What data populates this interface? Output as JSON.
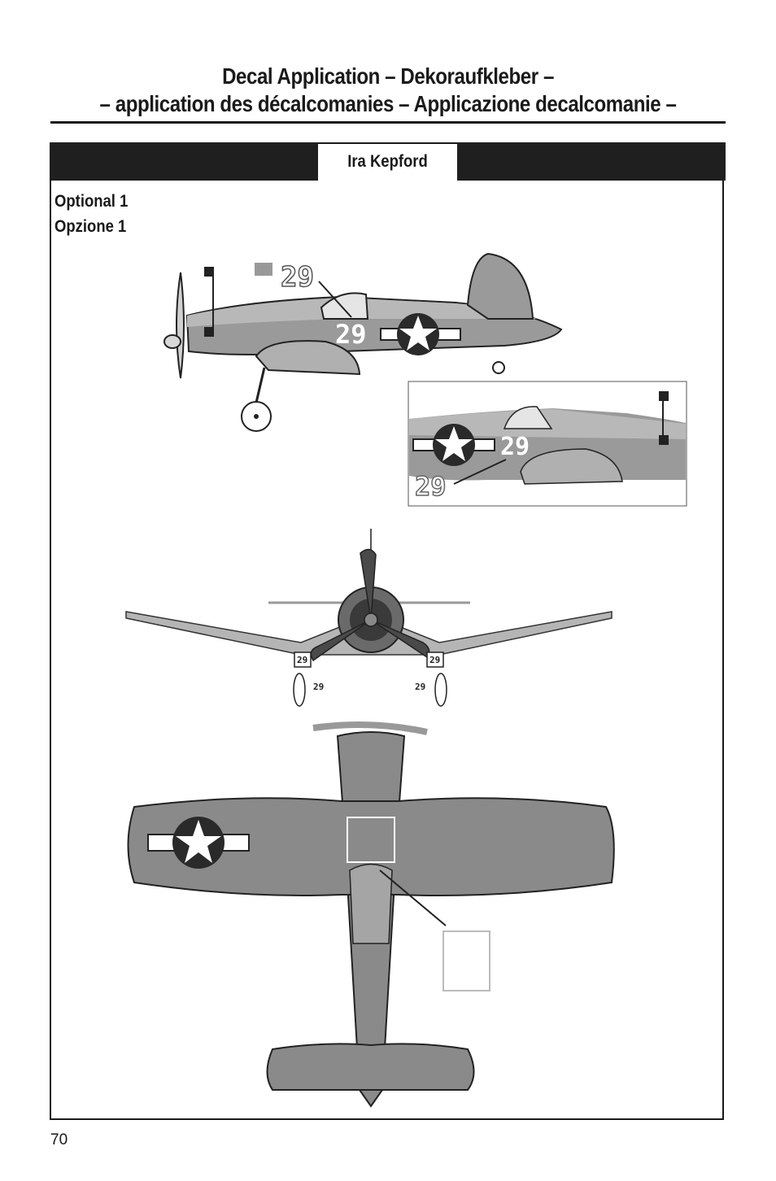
{
  "heading": {
    "line1": "Decal Application – Dekoraufkleber –",
    "line2": "– application des décalcomanies – Applicazione decalcomanie –"
  },
  "panel": {
    "name": "Ira Kepford",
    "option_label_en": "Optional 1",
    "option_label_it": "Opzione 1"
  },
  "decals": {
    "number": "29"
  },
  "colors": {
    "aircraft_gray": "#8a8a8a",
    "aircraft_light": "#b5b5b5",
    "dark": "#1f1f1f"
  },
  "page_number": "70"
}
